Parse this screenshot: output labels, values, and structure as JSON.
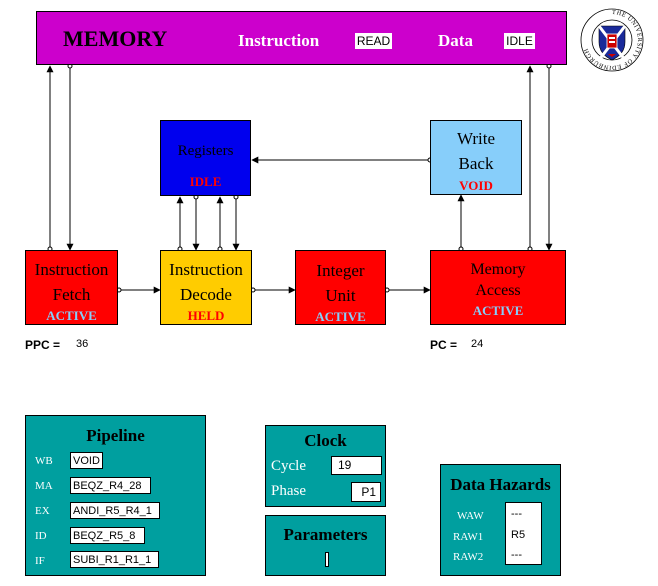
{
  "memory": {
    "title": "MEMORY",
    "instruction_label": "Instruction",
    "instruction_status": "READ",
    "data_label": "Data",
    "data_status": "IDLE"
  },
  "logo": {
    "text": "THE UNIVERSITY OF EDINBURGH"
  },
  "stages": {
    "registers": {
      "name": "Registers",
      "status": "IDLE"
    },
    "writeback": {
      "line1": "Write",
      "line2": "Back",
      "status": "VOID"
    },
    "fetch": {
      "line1": "Instruction",
      "line2": "Fetch",
      "status": "ACTIVE"
    },
    "decode": {
      "line1": "Instruction",
      "line2": "Decode",
      "status": "HELD"
    },
    "integer": {
      "line1": "Integer",
      "line2": "Unit",
      "status": "ACTIVE"
    },
    "memaccess": {
      "line1": "Memory",
      "line2": "Access",
      "status": "ACTIVE"
    }
  },
  "ppc": {
    "label": "PPC =",
    "value": "36"
  },
  "pc": {
    "label": "PC =",
    "value": "24"
  },
  "pipeline": {
    "title": "Pipeline",
    "rows": [
      {
        "stage": "WB",
        "value": "VOID"
      },
      {
        "stage": "MA",
        "value": "BEQZ_R4_28"
      },
      {
        "stage": "EX",
        "value": "ANDI_R5_R4_1"
      },
      {
        "stage": "ID",
        "value": "BEQZ_R5_8"
      },
      {
        "stage": "IF",
        "value": "SUBI_R1_R1_1"
      }
    ]
  },
  "clock": {
    "title": "Clock",
    "cycle_label": "Cycle",
    "cycle_value": "19",
    "phase_label": "Phase",
    "phase_value": "P1"
  },
  "parameters": {
    "title": "Parameters"
  },
  "hazards": {
    "title": "Data Hazards",
    "rows": [
      {
        "label": "WAW",
        "value": "---"
      },
      {
        "label": "RAW1",
        "value": "R5"
      },
      {
        "label": "RAW2",
        "value": "---"
      }
    ]
  },
  "colors": {
    "memory": "#cc00cc",
    "registers": "#0000ee",
    "writeback": "#87cefa",
    "fetch": "#ff0000",
    "decode": "#ffcc00",
    "teal": "#009f9f",
    "active": "#87cefa",
    "red_status": "#ff0000"
  }
}
